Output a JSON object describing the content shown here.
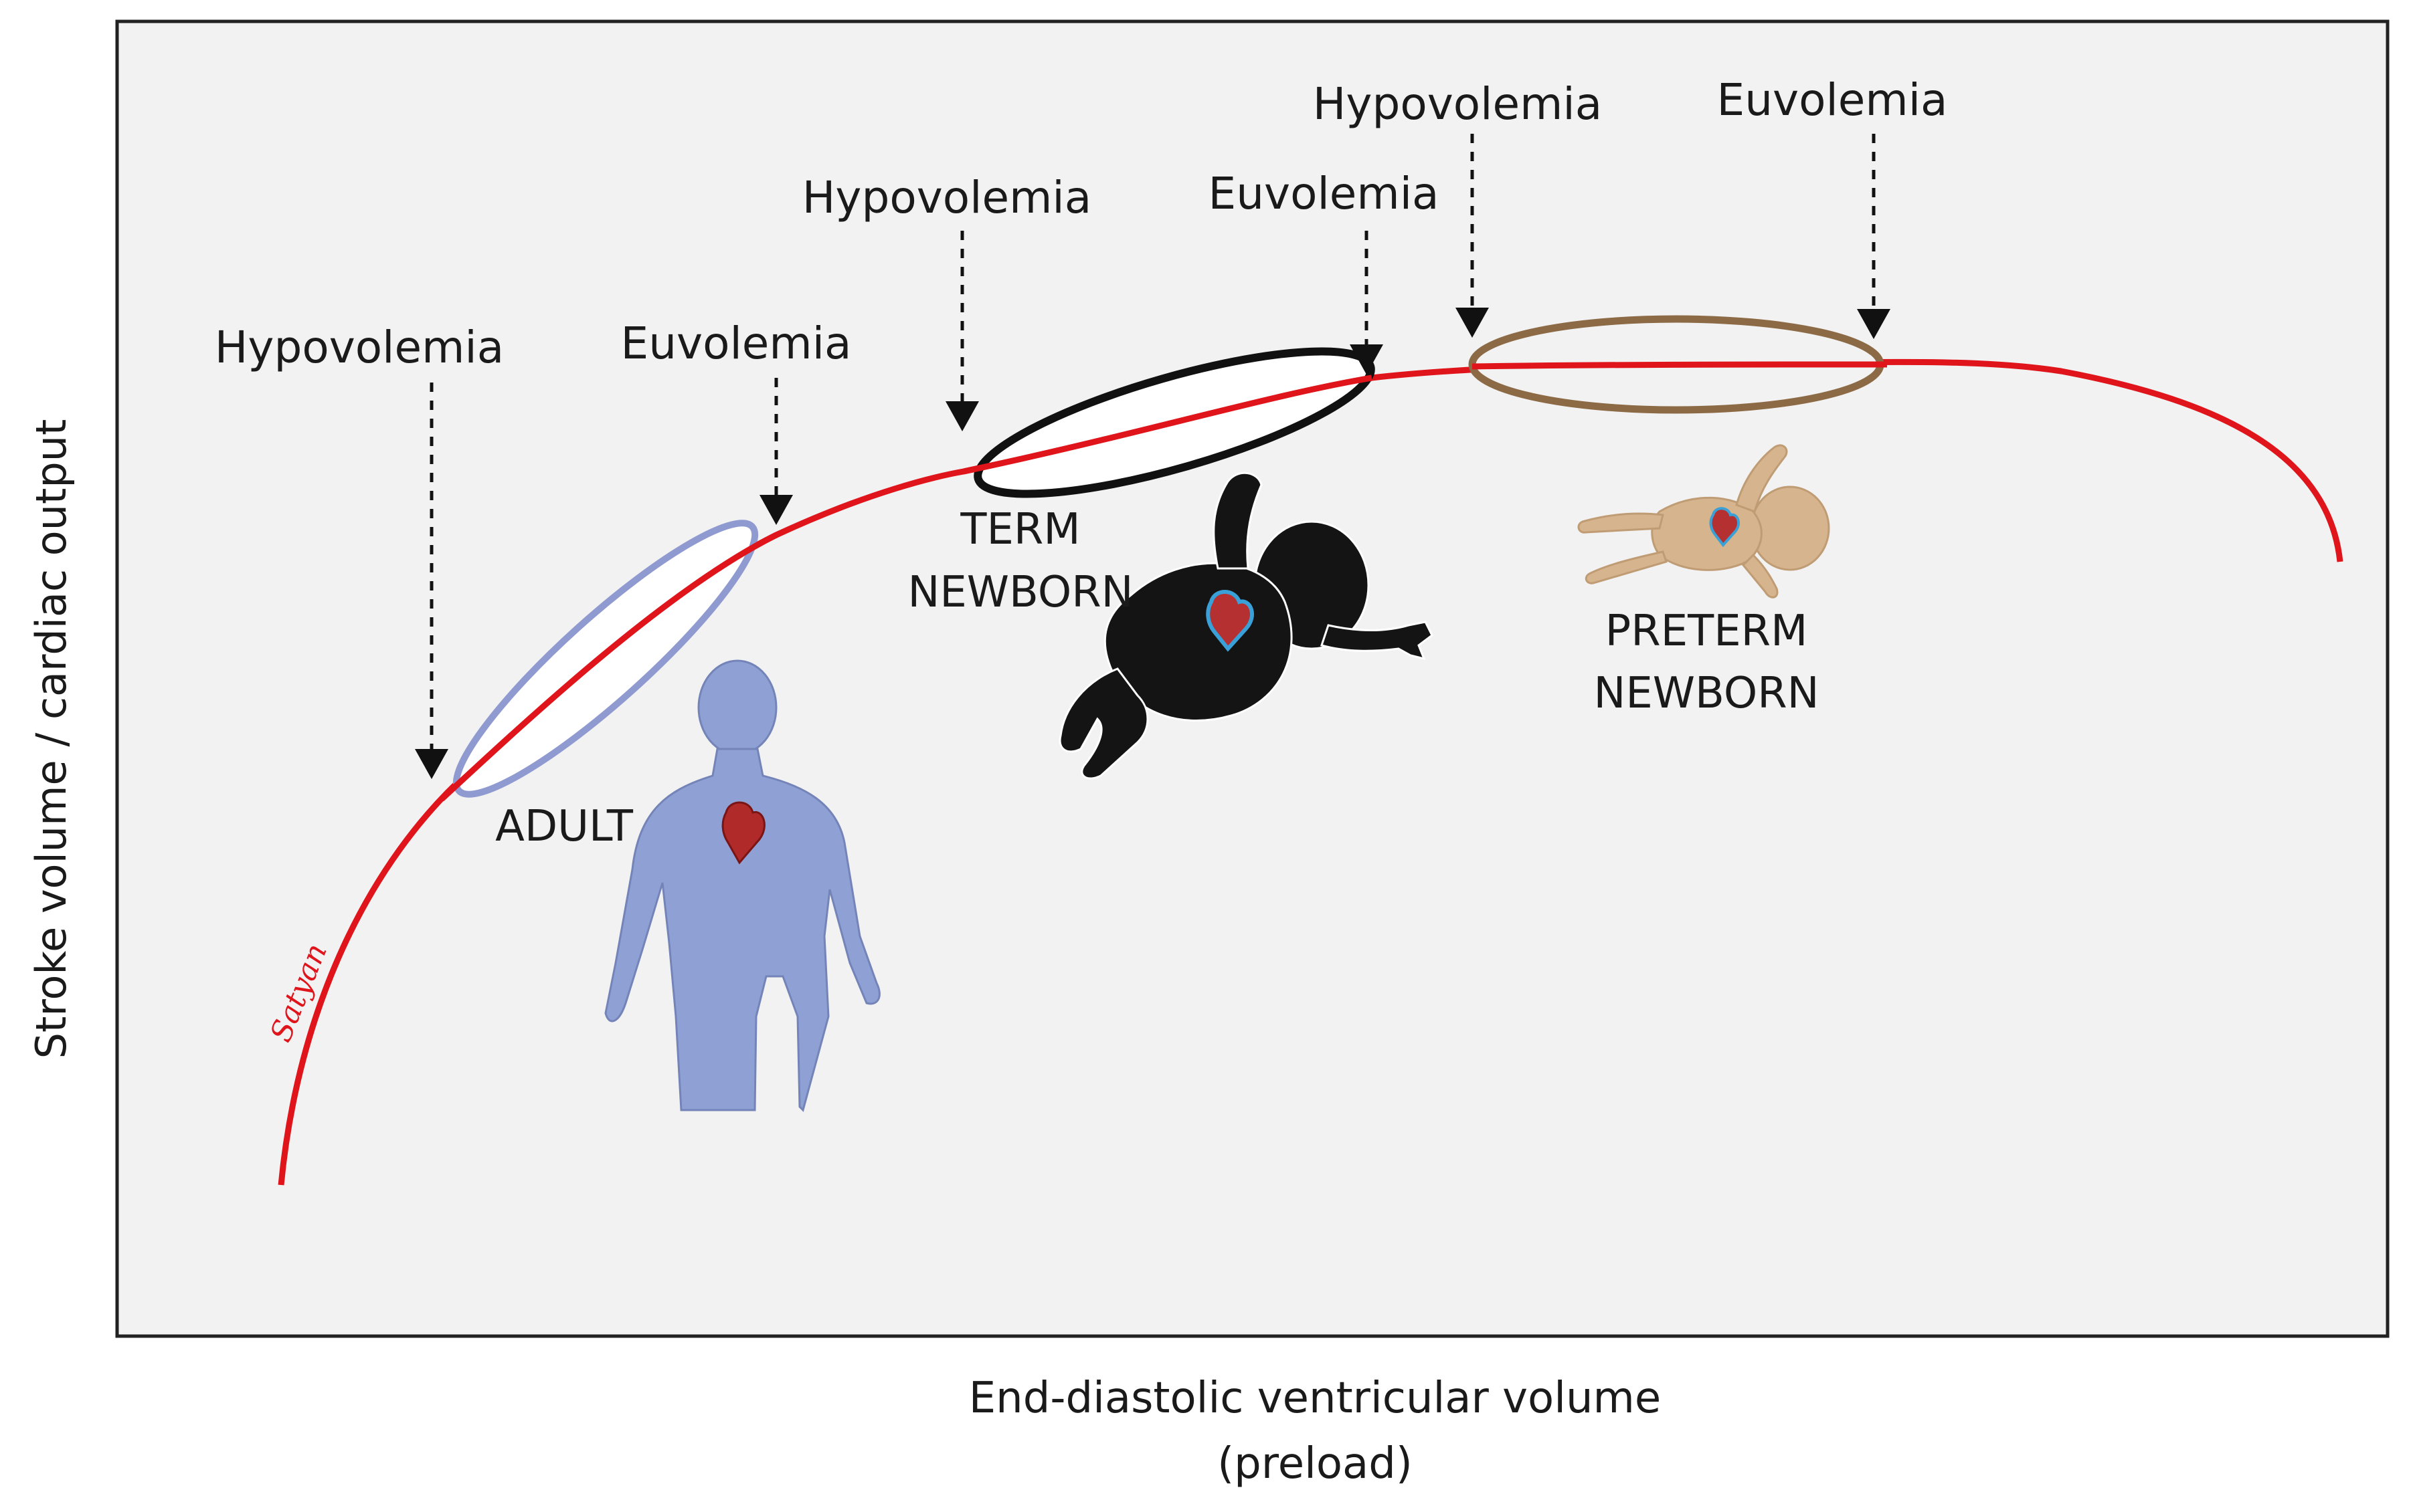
{
  "axes": {
    "y_label": "Stroke volume / cardiac output",
    "x_label_line1": "End-diastolic ventricular volume",
    "x_label_line2": "(preload)"
  },
  "groups": {
    "adult": {
      "label": "ADULT",
      "hypo_label": "Hypovolemia",
      "eu_label": "Euvolemia",
      "ring_color": "#8f9ad0"
    },
    "term": {
      "label_line1": "TERM",
      "label_line2": "NEWBORN",
      "hypo_label": "Hypovolemia",
      "eu_label": "Euvolemia",
      "ring_color": "#111111"
    },
    "preterm": {
      "label_line1": "PRETERM",
      "label_line2": "NEWBORN",
      "hypo_label": "Hypovolemia",
      "eu_label": "Euvolemia",
      "ring_color": "#8c6a45"
    }
  },
  "signature": "Satyan",
  "colors": {
    "curve": "#e0141b",
    "panel_bg": "#f2f2f2",
    "adult_figure": "#8fa1d4",
    "term_figure": "#141414",
    "preterm_figure": "#d6b48e",
    "heart": "#b02a2a"
  }
}
